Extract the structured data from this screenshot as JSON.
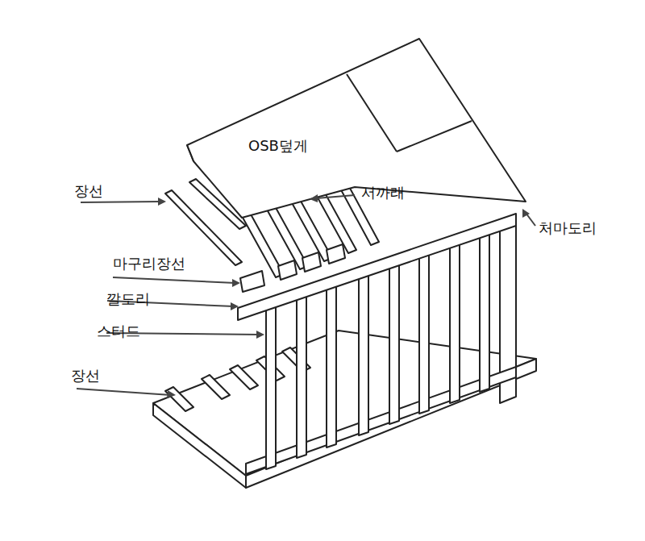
{
  "diagram": {
    "labels": [
      "OSB덮게",
      "장선",
      "서까래",
      "처마도리",
      "마구리장선",
      "깔도리",
      "스터드",
      "장선"
    ]
  }
}
